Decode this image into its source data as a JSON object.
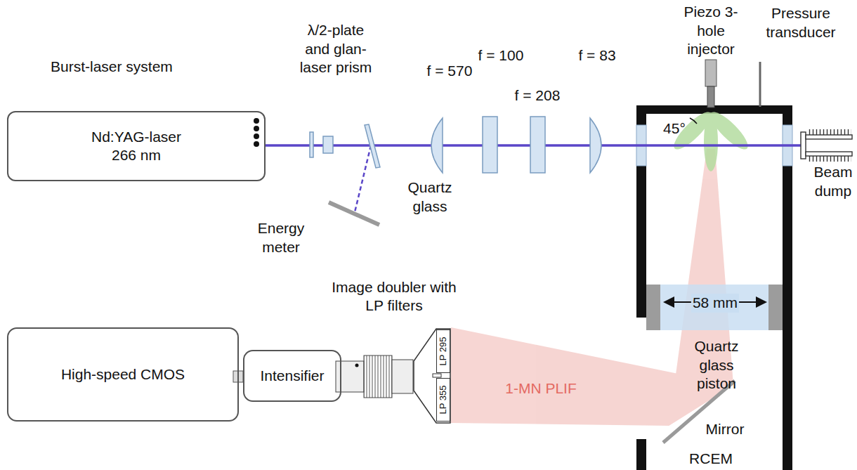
{
  "diagram": {
    "nodes": [
      {
        "text": [
          "Burst-laser system",
          "Nd:YAG-laser 266 nm"
        ]
      },
      {
        "text": [
          "High-speed CMOS"
        ]
      },
      {
        "text": [
          "Intensifier"
        ]
      },
      {
        "text": [
          "Image doubler with LP filters"
        ]
      },
      {
        "text": [
          "LP 295"
        ],
        "in": 3
      },
      {
        "text": [
          "LP 355"
        ],
        "in": 3
      }
    ],
    "labels": [
      "λ/2-plate and glan-laser prism",
      "f = 570",
      "f = 100",
      "f = 208",
      "f = 83",
      "Piezo 3-hole injector",
      "Pressure transducer",
      "45°",
      "Energy meter",
      "Quartz glass",
      "58 mm",
      "Quartz glass piston",
      "Beam dump",
      "1-MN PLIF",
      "Mirror",
      "RCEM"
    ]
  }
}
